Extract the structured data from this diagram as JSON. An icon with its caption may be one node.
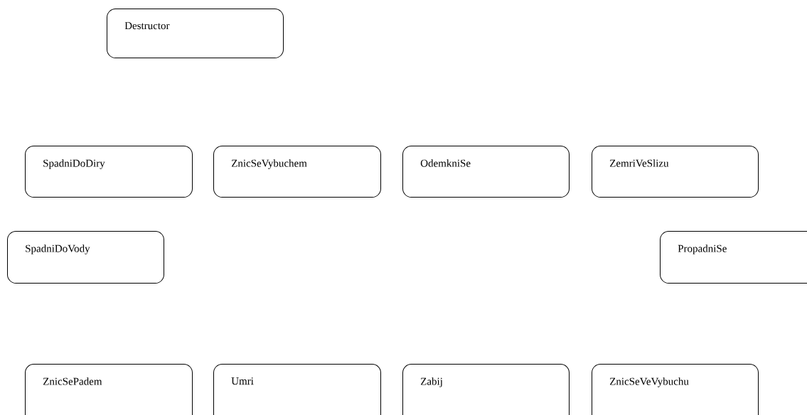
{
  "diagram": {
    "nodes": [
      {
        "text": [
          "Destructor"
        ]
      },
      {
        "text": [
          "SpadniDoDiry"
        ]
      },
      {
        "text": [
          "ZnicSeVybuchem"
        ]
      },
      {
        "text": [
          "OdemkniSe"
        ]
      },
      {
        "text": [
          "ZemriVeSlizu"
        ]
      },
      {
        "text": [
          "SpadniDoVody"
        ]
      },
      {
        "text": [
          "PropadniSe"
        ]
      },
      {
        "text": [
          "ZnicSePadem"
        ]
      },
      {
        "text": [
          "Umri"
        ]
      },
      {
        "text": [
          "Zabij"
        ]
      },
      {
        "text": [
          "ZnicSeVeVybuchu"
        ]
      }
    ]
  }
}
